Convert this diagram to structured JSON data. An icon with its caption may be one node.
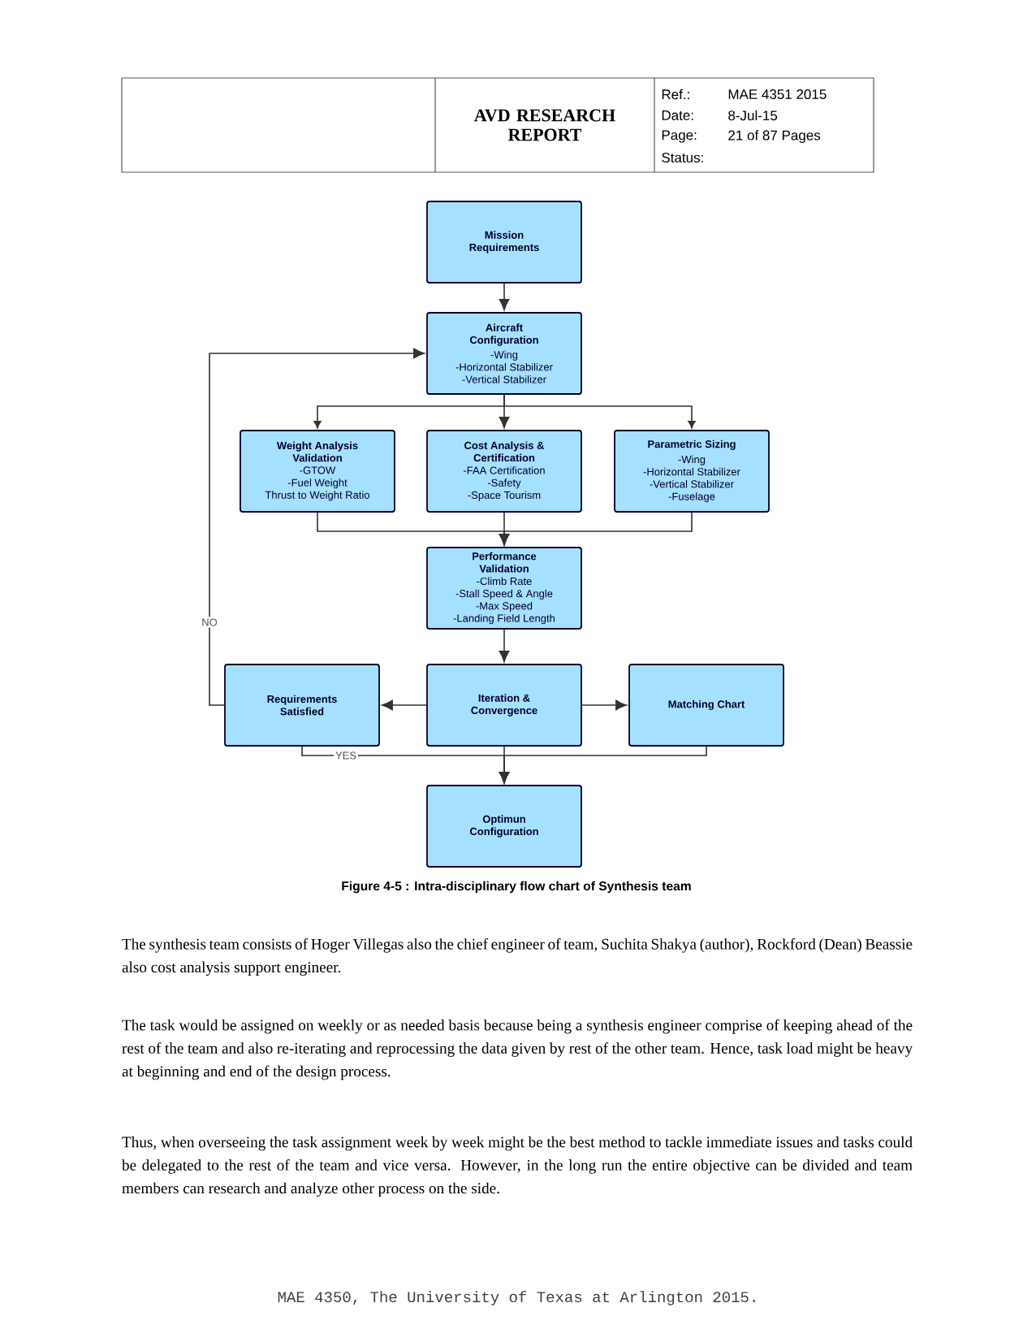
{
  "diagram": {
    "caption": "Figure 4-5 : Intra-disciplinary flow chart of Synthesis team",
    "nodes": [
      {
        "text": [
          "Mission Requirements"
        ]
      },
      {
        "text": [
          "Aircraft Configuration",
          "-Wing",
          "-Horizontal Stabilizer",
          "-Vertical Stabilizer"
        ]
      },
      {
        "text": [
          "Weight Analysis Validation",
          "-GTOW",
          "-Fuel Weight",
          "Thrust to Weight Ratio"
        ]
      },
      {
        "text": [
          "Cost Analysis & Certification",
          "-FAA Certification",
          "-Safety",
          "-Space Tourism"
        ]
      },
      {
        "text": [
          "Parametric Sizing",
          "-Wing",
          "-Horizontal Stabilizer",
          "-Vertical Stabilizer",
          "-Fuselage"
        ]
      },
      {
        "text": [
          "Performance Validation",
          "-Climb Rate",
          "-Stall Speed & Angle",
          "-Max Speed",
          "-Landing Field Length"
        ]
      },
      {
        "text": [
          "Requirements Satisfied"
        ]
      },
      {
        "text": [
          "Iteration & Convergence"
        ]
      },
      {
        "text": [
          "Matching Chart"
        ]
      },
      {
        "text": [
          "Optimun Configuration"
        ]
      }
    ],
    "edges": [
      {
        "from": 0,
        "to": 1,
        "arrow": "to"
      },
      {
        "from": 1,
        "to": 2,
        "arrow": "to"
      },
      {
        "from": 1,
        "to": 3,
        "arrow": "to"
      },
      {
        "from": 1,
        "to": 4,
        "arrow": "to"
      },
      {
        "from": 2,
        "to": 5,
        "arrow": "to"
      },
      {
        "from": 3,
        "to": 5,
        "arrow": "to"
      },
      {
        "from": 4,
        "to": 5,
        "arrow": "to"
      },
      {
        "from": 5,
        "to": 7,
        "arrow": "to"
      },
      {
        "from": 7,
        "to": 6,
        "arrow": "to"
      },
      {
        "from": 7,
        "to": 8,
        "arrow": "to"
      },
      {
        "from": 6,
        "to": 1,
        "arrow": "to",
        "label": "NO"
      },
      {
        "from": 6,
        "to": 9,
        "arrow": "to",
        "label": "YES"
      },
      {
        "from": 8,
        "to": 9,
        "arrow": "to"
      },
      {
        "from": 7,
        "to": 9,
        "arrow": "to"
      }
    ],
    "labels": [
      "AVD RESEARCH REPORT",
      "Ref.:",
      "MAE 4351 2015",
      "Date:",
      "8-Jul-15",
      "Page:",
      "21 of 87 Pages",
      "Status:",
      "The synthesis team consists of Hoger Villegas also the chief engineer of team, Suchita Shakya (author), Rockford (Dean) Beassie also cost analysis support engineer.",
      "The task would be assigned on weekly or as needed basis because being a synthesis engineer comprise of keeping ahead of the rest of the team and also re-iterating and reprocessing the data given by rest of the other team. Hence, task load might be heavy at beginning and end of the design process.",
      "Thus, when overseeing the task assignment week by week might be the best method to tackle immediate issues and tasks could be delegated to the rest of the team and vice versa. However, in the long run the entire objective can be divided and team members can research and analyze other process on the side.",
      "MAE 4350, The University of Texas at Arlington 2015."
    ]
  }
}
